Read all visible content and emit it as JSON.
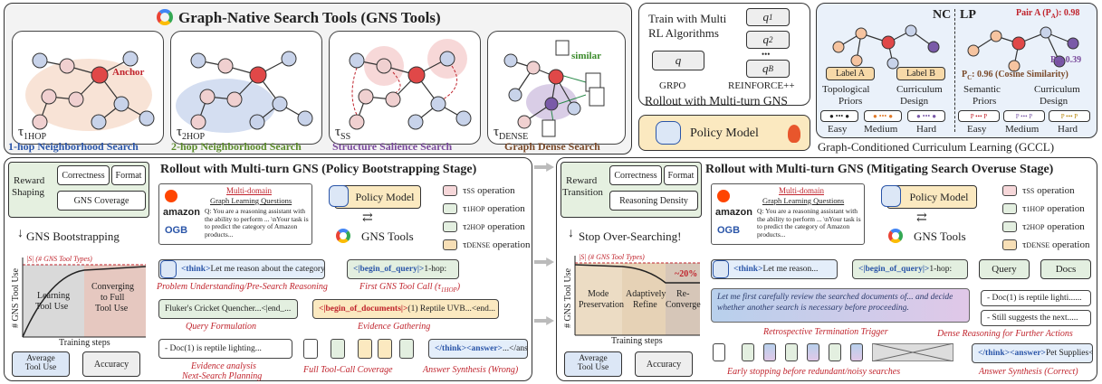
{
  "gns_panel": {
    "title": "Graph-Native Search Tools (GNS Tools)",
    "anchor_label": "Anchor",
    "similar_label": "similar",
    "tools": [
      {
        "symbol": "τ",
        "sub": "1HOP",
        "caption": "1-hop Neighborhood Search",
        "color": "#2a55a8"
      },
      {
        "symbol": "τ",
        "sub": "2HOP",
        "caption": "2-hop Neighborhood Search",
        "color": "#5a8a2a"
      },
      {
        "symbol": "τ",
        "sub": "SS",
        "caption": "Structure Salience Search",
        "color": "#7a4a9c"
      },
      {
        "symbol": "τ",
        "sub": "DENSE",
        "caption": "Graph Dense Search",
        "color": "#7a4a2a"
      }
    ]
  },
  "rl_panel": {
    "title_line1": "Train with Multi",
    "title_line2": "RL Algorithms",
    "q_single": "q",
    "q_items": [
      "q1",
      "q2",
      "•••",
      "qB"
    ],
    "q_subs": [
      "1",
      "2",
      "",
      "B"
    ],
    "grpo": "GRPO",
    "reinforce": "REINFORCE++",
    "rollout": "Rollout with Multi-turn GNS",
    "policy_model": "Policy Model"
  },
  "gccl_panel": {
    "nc": "NC",
    "lp": "LP",
    "pair_a": "Pair A (P",
    "pair_a_sub": "A",
    "pair_a_val": "): 0.98",
    "pb": "P",
    "pb_sub": "B",
    "pb_val": ": 0.39",
    "pc": "P",
    "pc_sub": "C",
    "pc_val": ": 0.96 (Cosine Similarity)",
    "label_a": "Label A",
    "label_b": "Label B",
    "topo1": "Topological",
    "topo2": "Priors",
    "curr1": "Curriculum",
    "curr2": "Design",
    "sem1": "Semantic",
    "sem2": "Priors",
    "easy": "Easy",
    "medium": "Medium",
    "hard": "Hard",
    "caption": "Graph-Conditioned Curriculum Learning (GCCL)"
  },
  "stage1": {
    "title": "Rollout with Multi-turn GNS (Policy Bootstrapping Stage)",
    "reward_label1": "Reward",
    "reward_label2": "Shaping",
    "correctness": "Correctness",
    "format": "Format",
    "coverage": "GNS Coverage",
    "bootstrapping": "GNS Bootstrapping",
    "chart_set_label": "|S| (# GNS Tool Types)",
    "y_axis": "# GNS Tool Use",
    "x_axis": "Training steps",
    "region1_1": "Learning",
    "region1_2": "Tool Use",
    "region2_1": "Converging",
    "region2_2": "to Full",
    "region2_3": "Tool Use",
    "avg1": "Average",
    "avg2": "Tool Use",
    "accuracy": "Accuracy",
    "multi_domain": "Multi-domain",
    "graph_q": "Graph Learning Questions",
    "question_text": "Q: You are a reasoning assistant with the ability to perform ... \\nYour task is to predict the category of Amazon products...",
    "brand_amazon": "amazon",
    "brand_ogb": "OGB",
    "policy_model": "Policy Model",
    "gns_tools": "GNS Tools",
    "ops": [
      {
        "sub": "SS",
        "color": "#f6d7d9"
      },
      {
        "sub": "1HOP",
        "color": "#e3efe0"
      },
      {
        "sub": "2HOP",
        "color": "#e3efe0"
      },
      {
        "sub": "DENSE",
        "color": "#f7dfb6"
      }
    ],
    "op_word": "operation",
    "think_tag": "<think>",
    "think_text": " Let me reason about the category of this am...",
    "boq_tag": "<|begin_of_query|>",
    "boq_text": " 1-hop:",
    "lbl_problem": "Problem Understanding/Pre-Search Reasoning",
    "lbl_first": "First GNS Tool Call (τ",
    "lbl_first_sub": "1HOP",
    "lbl_first_end": ")",
    "fluker": "Fluker's Cricket Quencher...<|end_...",
    "bod_tag": "<|begin_of_documents|>",
    "bod_text": " (1) Reptile UVB...<end...",
    "lbl_query": "Query Formulation",
    "lbl_evidence": "Evidence Gathering",
    "doc1": "- Doc(1) is reptile lighting...",
    "answer_tag": "</think><answer>",
    "answer_text": "...</ans",
    "lbl_eana1": "Evidence analysis",
    "lbl_eana2": "Next-Search Planning",
    "lbl_full": "Full Tool-Call Coverage",
    "lbl_synth": "Answer Synthesis (Wrong)"
  },
  "stage2": {
    "title": "Rollout with Multi-turn GNS (Mitigating Search Overuse Stage)",
    "reward_label1": "Reward",
    "reward_label2": "Transition",
    "correctness": "Correctness",
    "format": "Format",
    "density": "Reasoning Density",
    "stop": "Stop Over-Searching!",
    "chart_set_label": "|S| (# GNS Tool Types)",
    "y_axis": "# GNS Tool Use",
    "x_axis": "Training steps",
    "drop": "~20%",
    "region1_1": "Mode",
    "region1_2": "Preservation",
    "region2_1": "Adaptively",
    "region2_2": "Refine",
    "region3_1": "Re-",
    "region3_2": "Converge",
    "avg1": "Average",
    "avg2": "Tool Use",
    "accuracy": "Accuracy",
    "multi_domain": "Multi-domain",
    "graph_q": "Graph Learning Questions",
    "question_text": "Q: You are a reasoning assistant with the ability to perform ... \\nYour task is to predict the category of Amazon products...",
    "brand_amazon": "amazon",
    "brand_ogb": "OGB",
    "policy_model": "Policy Model",
    "gns_tools": "GNS Tools",
    "ops": [
      {
        "sub": "SS",
        "color": "#f6d7d9"
      },
      {
        "sub": "1HOP",
        "color": "#e3efe0"
      },
      {
        "sub": "2HOP",
        "color": "#e3efe0"
      },
      {
        "sub": "DENSE",
        "color": "#f7dfb6"
      }
    ],
    "op_word": "operation",
    "think_tag": "<think>",
    "think_text": " Let me reason...",
    "boq_tag": "<|begin_of_query|>",
    "boq_text": " 1-hop:",
    "query": "Query",
    "docs": "Docs",
    "reflect_text": "Let me first carefully review the searched documents of... and decide whether another search is necessary before proceeding.",
    "doc1": "- Doc(1) is reptile lighti......",
    "still": "- Still suggests the next.....",
    "lbl_retro": "Retrospective Termination Trigger",
    "lbl_dense": "Dense Reasoning for Further Actions",
    "answer_tag": "</think><answer>",
    "answer_text": "Pet Supplies</ans",
    "lbl_early": "Early stopping before redundant/noisy searches",
    "lbl_synth": "Answer Synthesis (Correct)"
  }
}
